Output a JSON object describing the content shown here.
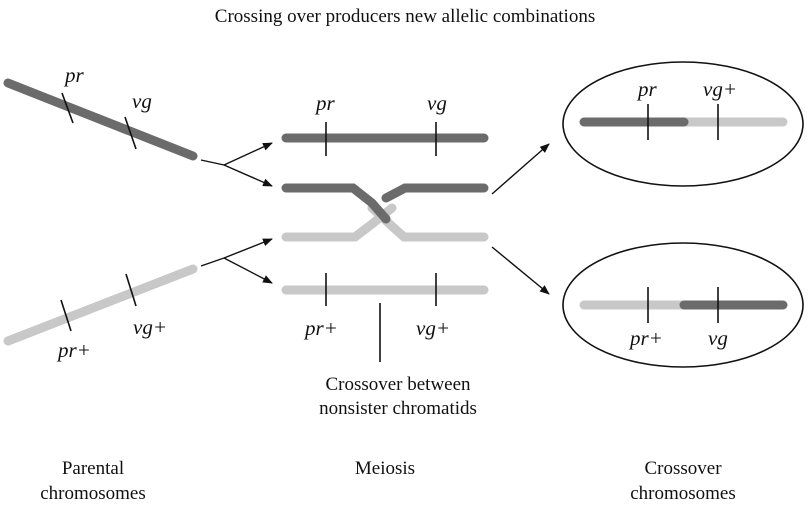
{
  "title": "Crossing over producers new allelic combinations",
  "genes": {
    "pr": "pr",
    "vg": "vg",
    "pr_plus": "pr+",
    "vg_plus": "vg+"
  },
  "labels": {
    "parental_line1": "Parental",
    "parental_line2": "chromosomes",
    "meiosis": "Meiosis",
    "crossover_line1": "Crossover",
    "crossover_line2": "chromosomes",
    "crossover_note_line1": "Crossover between",
    "crossover_note_line2": "nonsister chromatids"
  },
  "colors": {
    "dark_allele": "#6b6b6b",
    "light_allele": "#c8c8c8"
  }
}
